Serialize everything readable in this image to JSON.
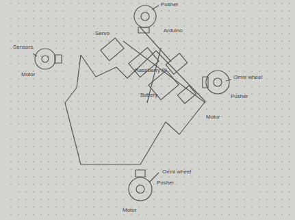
{
  "diagram": {
    "labels": [
      "Pusher",
      "Servo",
      "Arduino",
      "Raspberry Pi",
      "Battery",
      "Sensors",
      "Motor",
      "Omni wheel",
      "Pusher",
      "Motor",
      "Omni wheel",
      "Pusher",
      "Motor"
    ]
  }
}
